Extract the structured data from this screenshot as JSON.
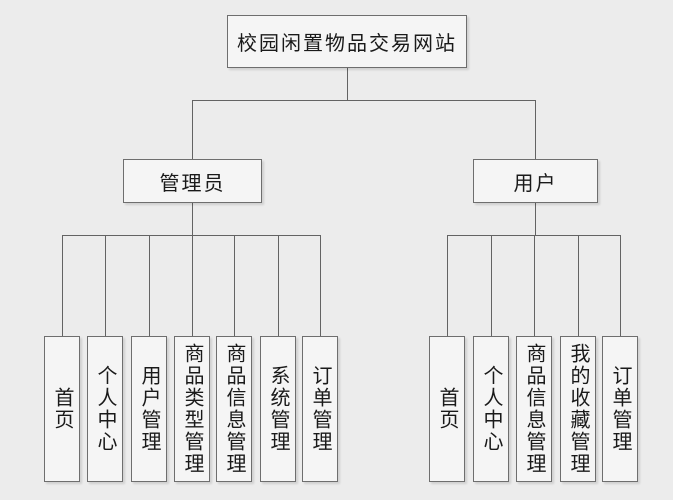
{
  "diagram": {
    "title": "校园闲置物品交易网站",
    "root": {
      "label": "校园闲置物品交易网站"
    },
    "branches": [
      {
        "label": "管理员",
        "children": [
          {
            "label": "首页"
          },
          {
            "label": "个人中心"
          },
          {
            "label": "用户管理"
          },
          {
            "label": "商品类型管理"
          },
          {
            "label": "商品信息管理"
          },
          {
            "label": "系统管理"
          },
          {
            "label": "订单管理"
          }
        ]
      },
      {
        "label": "用户",
        "children": [
          {
            "label": "首页"
          },
          {
            "label": "个人中心"
          },
          {
            "label": "商品信息管理"
          },
          {
            "label": "我的收藏管理"
          },
          {
            "label": "订单管理"
          }
        ]
      }
    ],
    "colors": {
      "background": "#ececec",
      "node_fill": "#f5f5f5",
      "node_border": "#6e6e6e",
      "connector": "#636363",
      "text": "#1a1a1a"
    }
  }
}
